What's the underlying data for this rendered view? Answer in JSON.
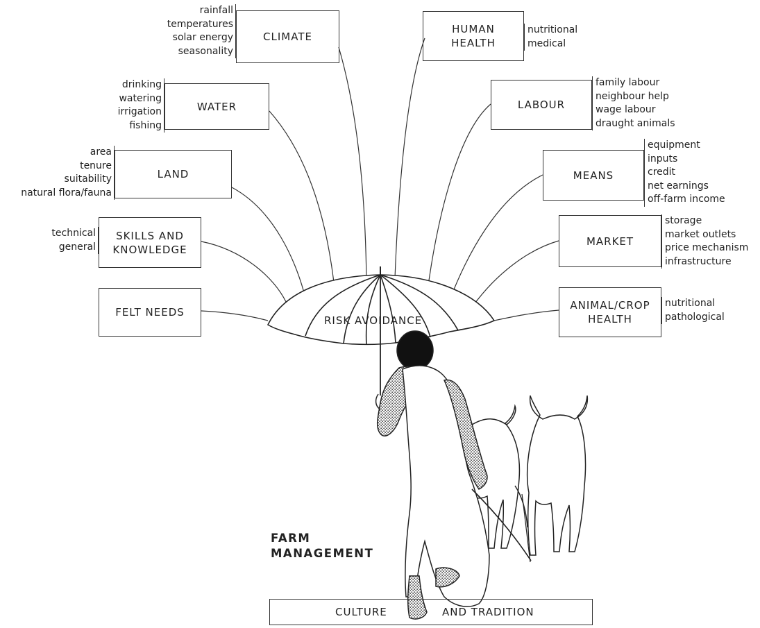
{
  "factors": {
    "climate": {
      "label": "CLIMATE",
      "items": [
        "rainfall",
        "temperatures",
        "solar energy",
        "seasonality"
      ]
    },
    "water": {
      "label": "WATER",
      "items": [
        "drinking",
        "watering",
        "irrigation",
        "fishing"
      ]
    },
    "land": {
      "label": "LAND",
      "items": [
        "area",
        "tenure",
        "suitability",
        "natural flora/fauna"
      ]
    },
    "skills": {
      "label_lines": [
        "SKILLS AND",
        "KNOWLEDGE"
      ],
      "items": [
        "technical",
        "general"
      ]
    },
    "felt_needs": {
      "label": "FELT NEEDS"
    },
    "human_health": {
      "label_lines": [
        "HUMAN",
        "HEALTH"
      ],
      "items": [
        "nutritional",
        "medical"
      ]
    },
    "labour": {
      "label": "LABOUR",
      "items": [
        "family labour",
        "neighbour help",
        "wage labour",
        "draught animals"
      ]
    },
    "means": {
      "label": "MEANS",
      "items": [
        "equipment",
        "inputs",
        "credit",
        "net earnings",
        "off-farm income"
      ]
    },
    "market": {
      "label": "MARKET",
      "items": [
        "storage",
        "market outlets",
        "price mechanism",
        "infrastructure"
      ]
    },
    "animal_crop_health": {
      "label_lines": [
        "ANIMAL/CROP",
        "HEALTH"
      ],
      "items": [
        "nutritional",
        "pathological"
      ]
    }
  },
  "umbrella_label": "RISK AVOIDANCE",
  "farm_management": [
    "FARM",
    "MANAGEMENT"
  ],
  "base": [
    "CULTURE",
    "AND TRADITION"
  ],
  "colors": {
    "ink": "#222222",
    "line": "#333333",
    "shade": "#8a8a8a"
  }
}
